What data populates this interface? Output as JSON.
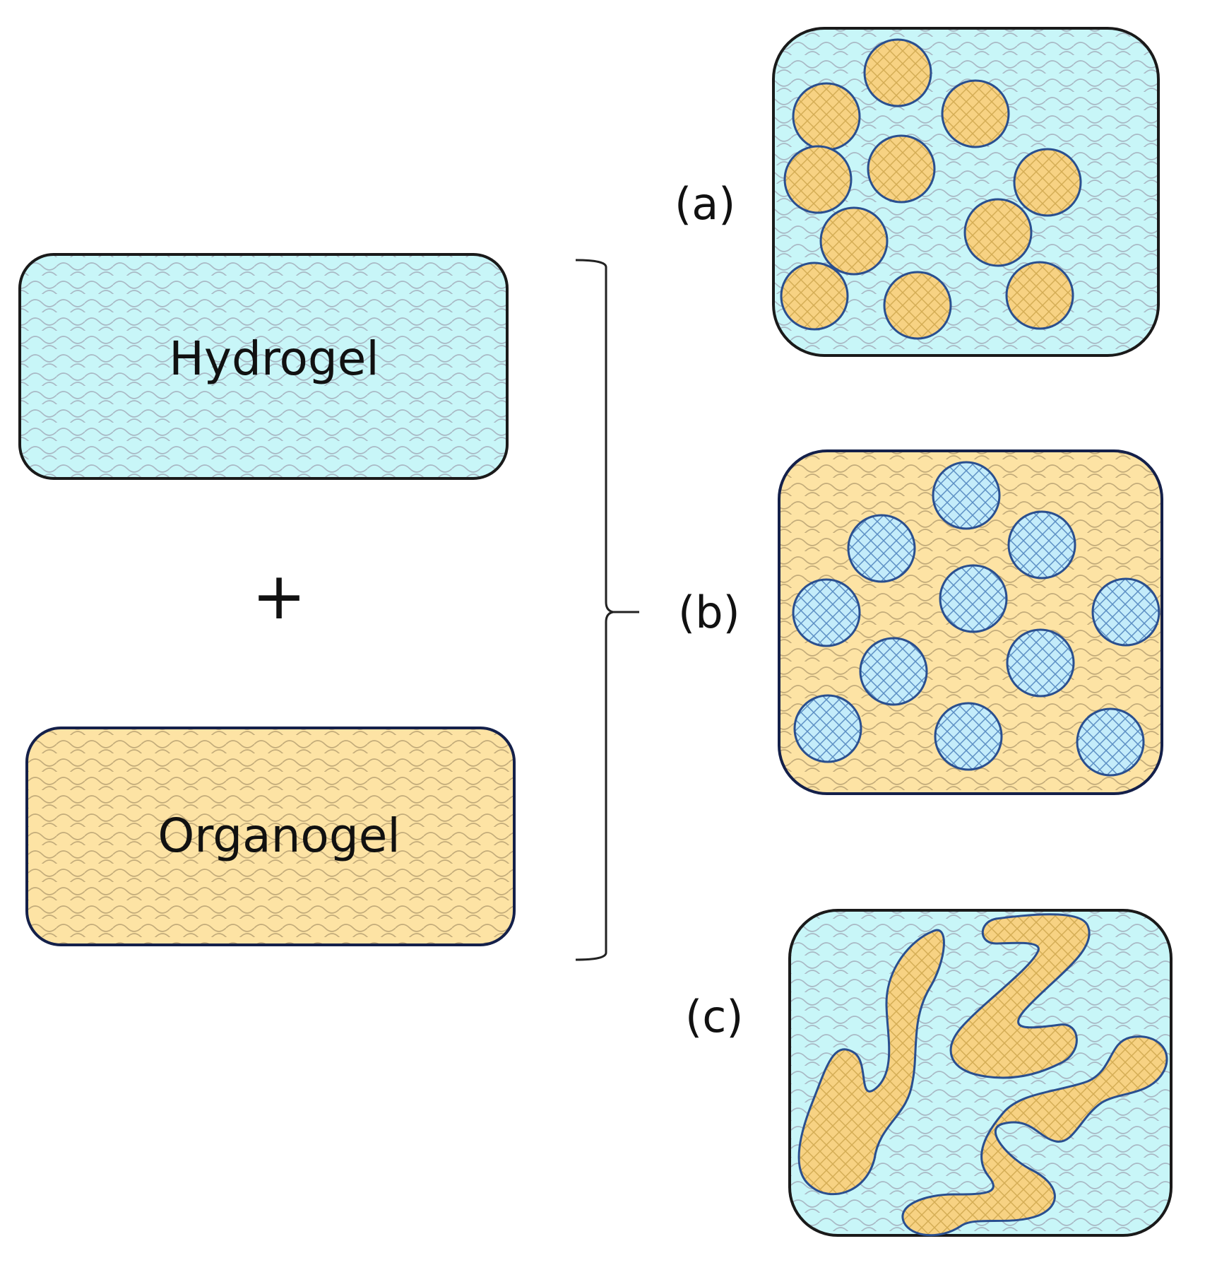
{
  "gels": {
    "hydrogel": {
      "label": "Hydrogel",
      "fill": "#c8f6f8",
      "stroke": "#1a1a1a"
    },
    "organogel": {
      "label": "Organogel",
      "fill": "#fde3a4",
      "stroke": "#14204a"
    }
  },
  "operator": {
    "symbol": "+"
  },
  "variants": {
    "a": {
      "label": "(a)",
      "matrix": "hydrogel",
      "dispersed": "organogel",
      "dispersion": "droplets"
    },
    "b": {
      "label": "(b)",
      "matrix": "organogel",
      "dispersed": "hydrogel",
      "dispersion": "droplets"
    },
    "c": {
      "label": "(c)",
      "matrix": "hydrogel",
      "dispersed": "organogel",
      "dispersion": "bicontinuous domains"
    }
  },
  "colors": {
    "hydrogel_fill": "#c8f6f8",
    "hydrogel_particle": "#bfe9fb",
    "organogel_fill": "#fde3a4",
    "organogel_particle": "#f7d283",
    "particle_stroke": "#2a4f8f",
    "hatch_blue": "#8fb7d6",
    "hatch_gold": "#c9a44a"
  }
}
